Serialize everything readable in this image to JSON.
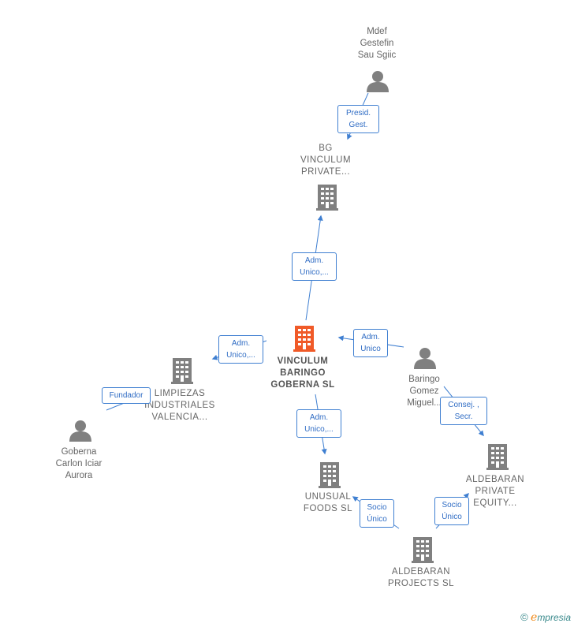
{
  "colors": {
    "node": "#808080",
    "focus": "#f05a28",
    "edge": "#3f7fd1",
    "edge_text": "#2f6cc4"
  },
  "nodes": {
    "mdef": {
      "label": "Mdef\nGestefin\nSau Sgiic",
      "type": "person-icon"
    },
    "bg": {
      "label": "BG\nVINCULUM\nPRIVATE...",
      "type": "building-icon"
    },
    "vinculum": {
      "label": "VINCULUM\nBARINGO\nGOBERNA  SL",
      "type": "building-icon"
    },
    "limpiezas": {
      "label": "LIMPIEZAS\nINDUSTRIALES\nVALENCIA...",
      "type": "building-icon"
    },
    "goberna": {
      "label": "Goberna\nCarlon Iciar\nAurora",
      "type": "person-icon"
    },
    "baringo": {
      "label": "Baringo\nGomez\nMiguel...",
      "type": "person-icon"
    },
    "unusual": {
      "label": "UNUSUAL\nFOODS  SL",
      "type": "building-icon"
    },
    "aldebaran_pe": {
      "label": "ALDEBARAN\nPRIVATE\nEQUITY...",
      "type": "building-icon"
    },
    "aldebaran_pr": {
      "label": "ALDEBARAN\nPROJECTS  SL",
      "type": "building-icon"
    }
  },
  "edges": {
    "mdef_bg": "Presid.\nGest.",
    "vin_bg": "Adm.\nUnico,...",
    "vin_limp": "Adm.\nUnico,...",
    "goberna_limp": "Fundador",
    "baringo_vin": "Adm.\nUnico",
    "vin_unusual": "Adm.\nUnico,...",
    "baringo_aldpe": "Consej. ,\nSecr.",
    "aldpr_unusual": "Socio\nÚnico",
    "aldpr_aldpe": "Socio\nÚnico"
  },
  "brand": {
    "copyright": "©",
    "e": "e",
    "rest": "mpresia"
  }
}
